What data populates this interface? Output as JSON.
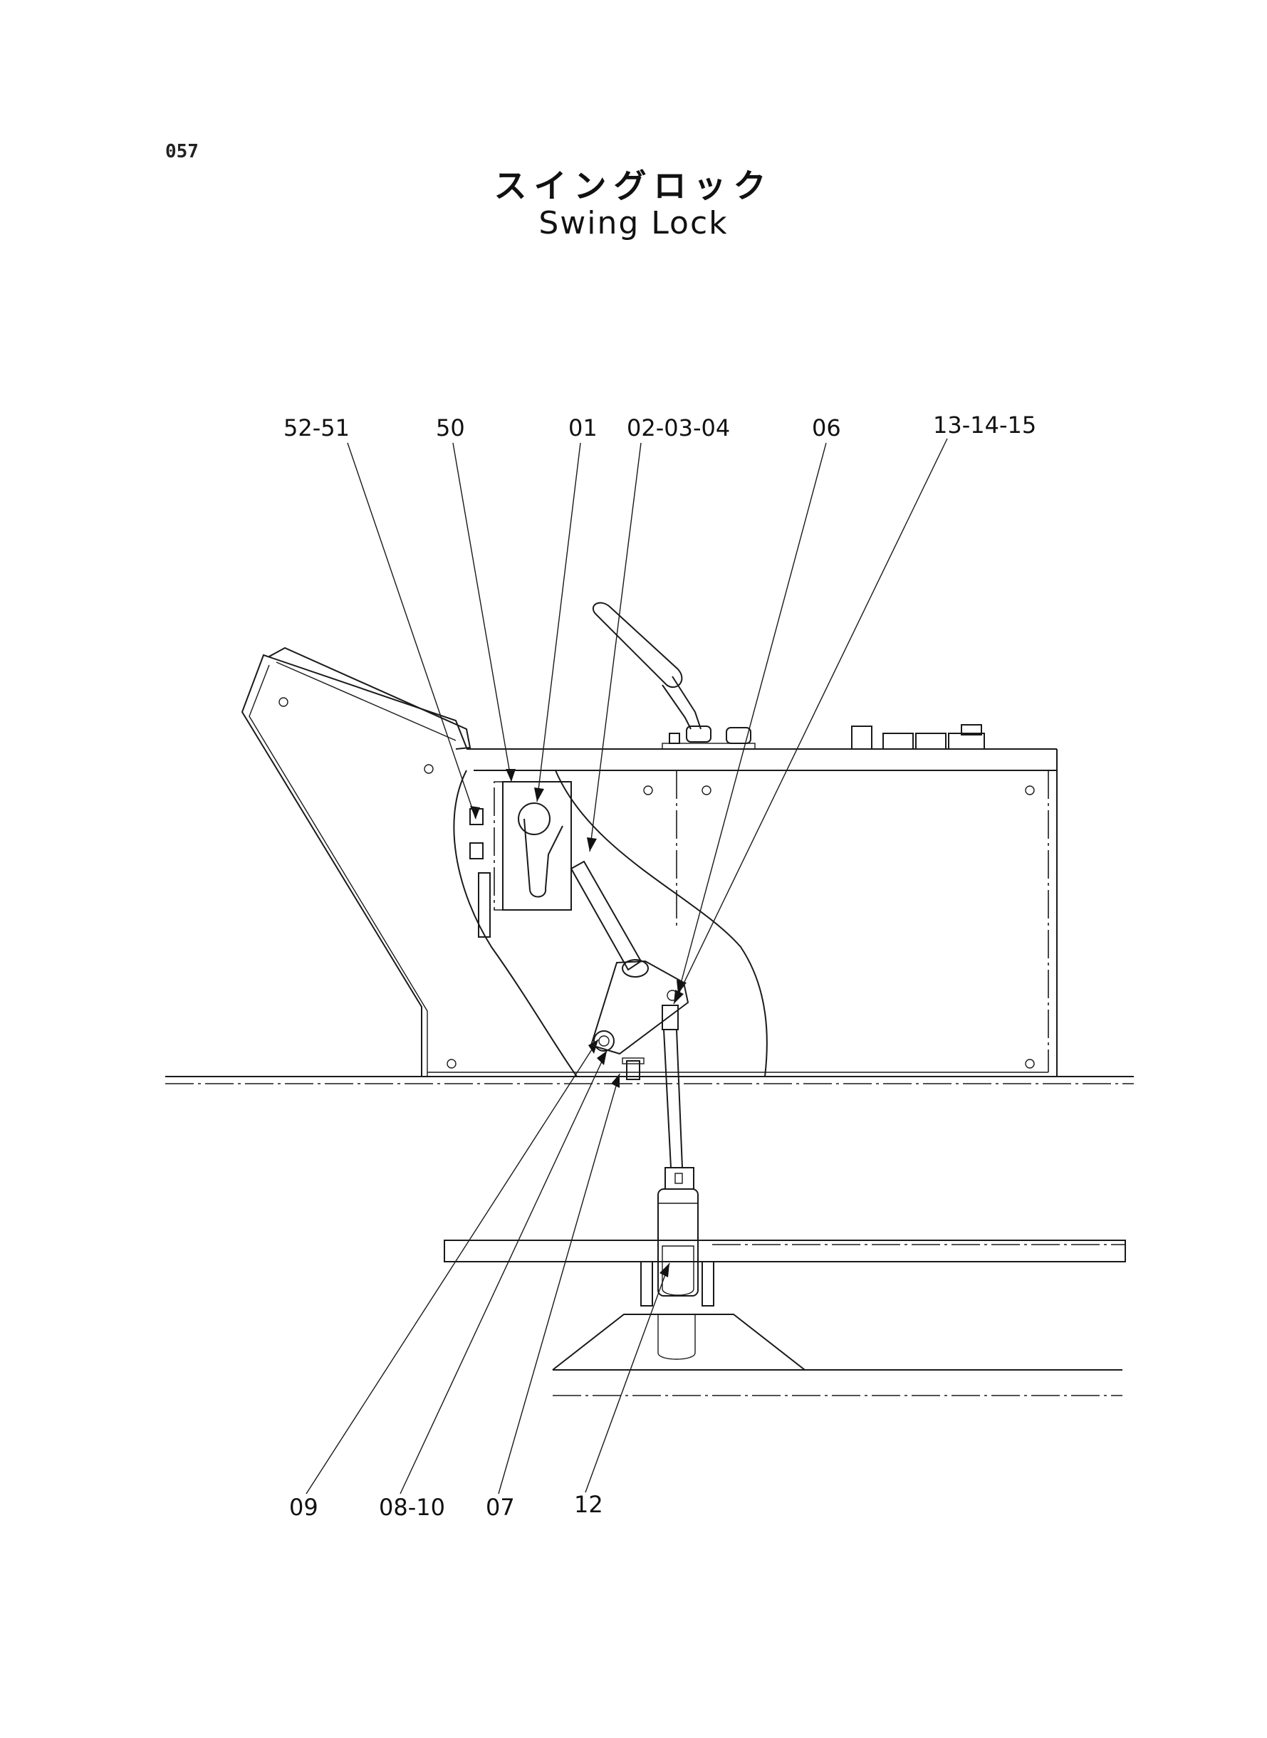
{
  "page": {
    "number": "057"
  },
  "title": {
    "japanese": "スイングロック",
    "english": "Swing Lock"
  },
  "callouts": {
    "c52_51": "52-51",
    "c50": "50",
    "c01": "01",
    "c02_03_04": "02-03-04",
    "c06": "06",
    "c13_14_15": "13-14-15",
    "c09": "09",
    "c08_10": "08-10",
    "c07": "07",
    "c12": "12"
  }
}
